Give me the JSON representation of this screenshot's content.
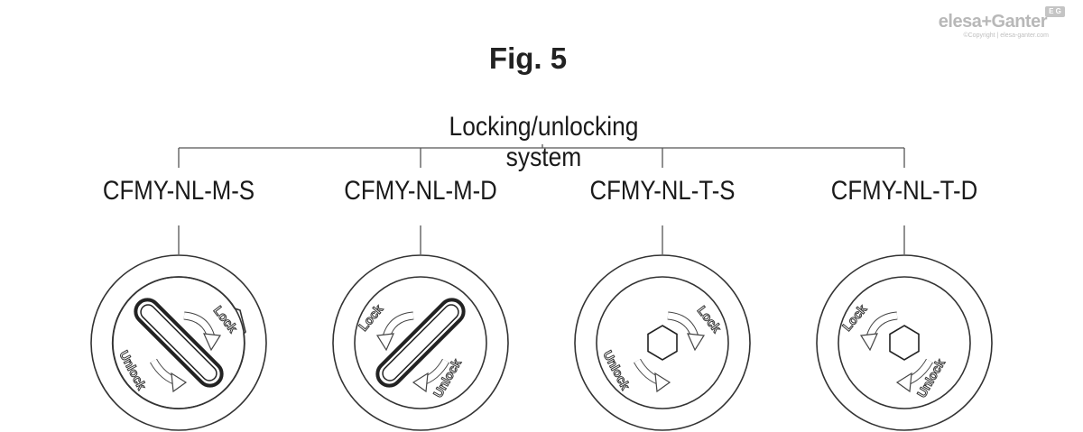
{
  "logo": {
    "text": "elesa+Ganter",
    "sub": "©Copyright | elesa-ganter.com",
    "badge": "E G"
  },
  "figure_title": "Fig. 5",
  "system_title": "Locking/unlocking system",
  "variants": [
    {
      "code": "CFMY-NL-M-S",
      "slot": "M",
      "orientation": "S"
    },
    {
      "code": "CFMY-NL-M-D",
      "slot": "M",
      "orientation": "D"
    },
    {
      "code": "CFMY-NL-T-S",
      "slot": "T",
      "orientation": "S"
    },
    {
      "code": "CFMY-NL-T-D",
      "slot": "T",
      "orientation": "D"
    }
  ],
  "knob_labels": {
    "lock": "Lock",
    "unlock": "Unlock"
  },
  "colors": {
    "line": "#555555",
    "text": "#1a1a1a",
    "logo": "#b8b8b8"
  }
}
